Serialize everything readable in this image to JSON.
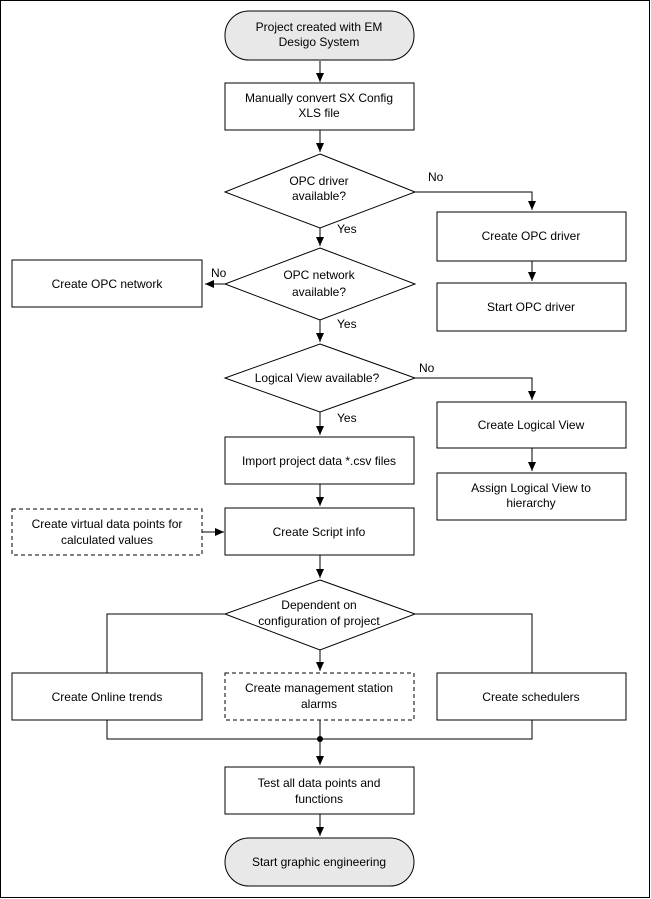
{
  "nodes": {
    "start": [
      "Project created with EM",
      "Desigo System"
    ],
    "convert": [
      "Manually convert SX Config",
      "XLS file"
    ],
    "opc_driver_q": [
      "OPC driver",
      "available?"
    ],
    "create_opc_driver": [
      "Create OPC driver"
    ],
    "start_opc_driver": [
      "Start OPC driver"
    ],
    "opc_network_q": [
      "OPC network",
      "available?"
    ],
    "create_opc_network": [
      "Create OPC network"
    ],
    "logical_view_q": [
      "Logical View available?"
    ],
    "create_logical_view": [
      "Create Logical View"
    ],
    "assign_logical_view": [
      "Assign Logical View to",
      "hierarchy"
    ],
    "import_data": [
      "Import project data *.csv files"
    ],
    "create_virtual_points": [
      "Create virtual data points for",
      "calculated values"
    ],
    "create_script_info": [
      "Create Script info"
    ],
    "dependent_q": [
      "Dependent on",
      "configuration of project"
    ],
    "create_online_trends": [
      "Create Online trends"
    ],
    "create_alarms": [
      "Create management station",
      "alarms"
    ],
    "create_schedulers": [
      "Create schedulers"
    ],
    "test_points": [
      "Test all data points and",
      "functions"
    ],
    "end": [
      "Start graphic engineering"
    ]
  },
  "edge_labels": {
    "no": "No",
    "yes": "Yes"
  },
  "colors": {
    "terminal_fill": "#e8e8e8",
    "stroke": "#000000",
    "background": "#ffffff"
  }
}
